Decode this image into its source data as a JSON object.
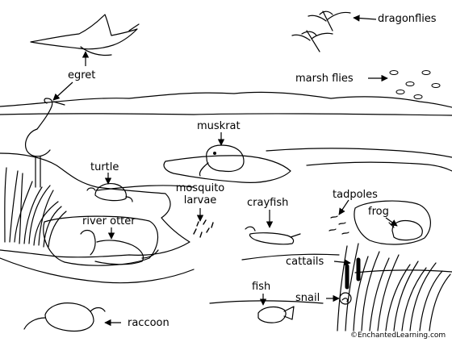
{
  "labels": {
    "dragonflies": "dragonflies",
    "egret": "egret",
    "marsh_flies": "marsh flies",
    "muskrat": "muskrat",
    "turtle": "turtle",
    "mosquito_larvae_line1": "mosquito",
    "mosquito_larvae_line2": "larvae",
    "crayfish": "crayfish",
    "tadpoles": "tadpoles",
    "frog": "frog",
    "river_otter": "river otter",
    "cattails": "cattails",
    "fish": "fish",
    "snail": "snail",
    "raccoon": "raccoon"
  },
  "credit": "©EnchantedLearning.com"
}
